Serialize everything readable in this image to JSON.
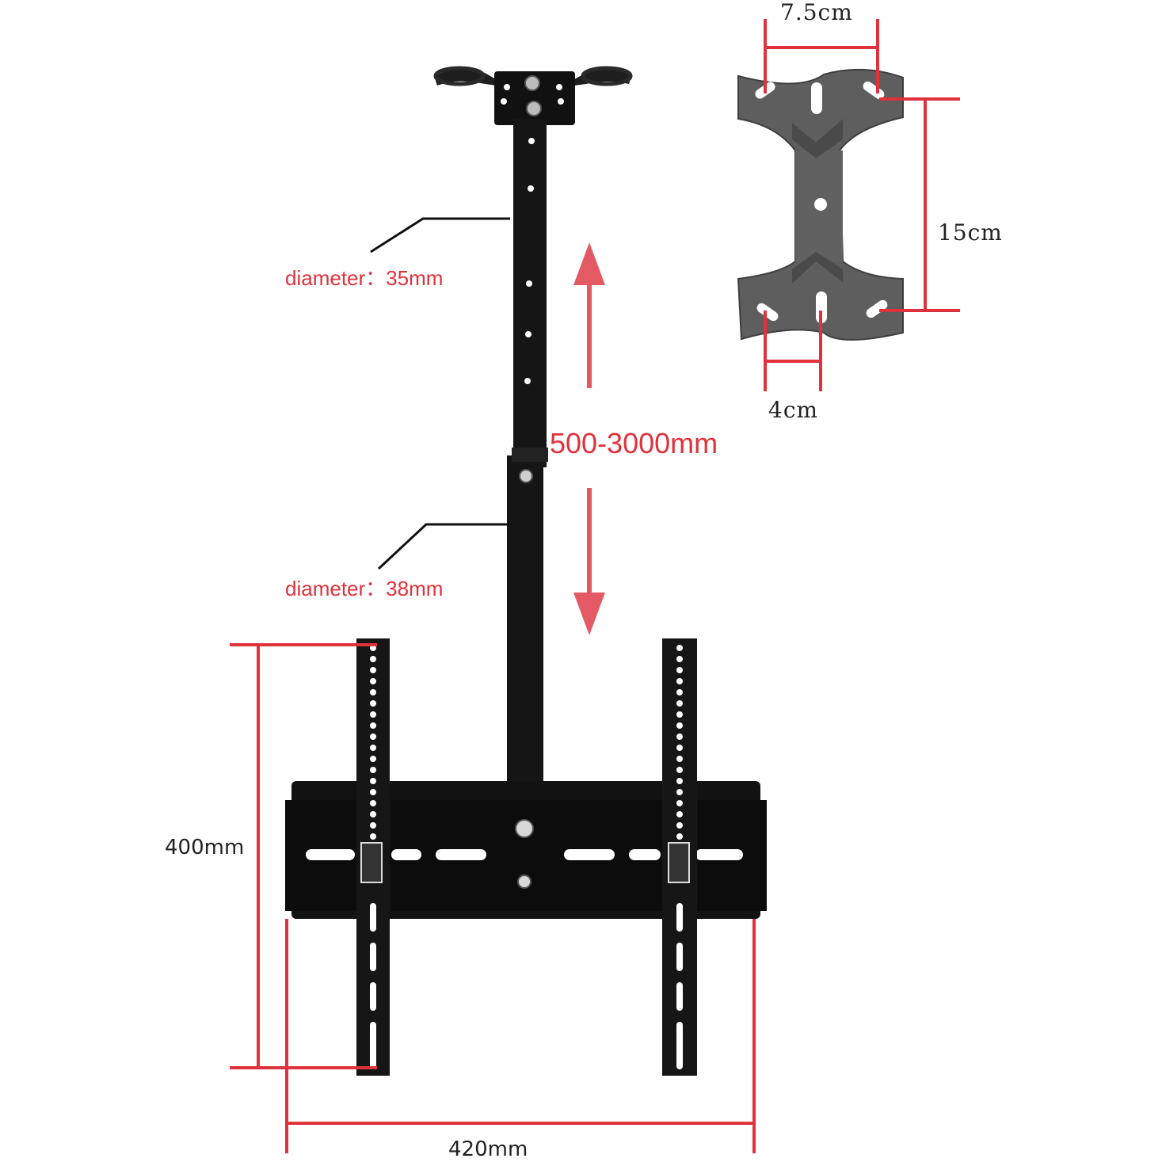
{
  "labels": {
    "mount_plate_width": "7.5cm",
    "mount_plate_height": "15cm",
    "mount_slot_spacing": "4cm",
    "upper_pole_diameter": "diameter：35mm",
    "lower_pole_diameter": "diameter：38mm",
    "pole_length_range": "500-3000mm",
    "bracket_height": "400mm",
    "bracket_width": "420mm"
  },
  "colors": {
    "dimension_red": "#e0323c",
    "arrow_red": "#e45a64",
    "metal_black": "#141414",
    "plate_gray": "#5e5e5e",
    "background": "#ffffff"
  }
}
